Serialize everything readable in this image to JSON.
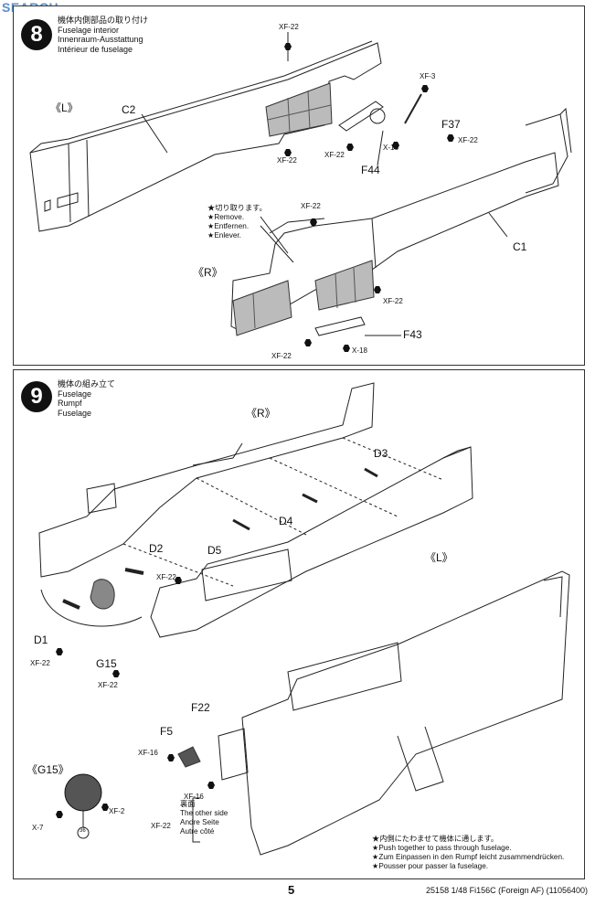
{
  "watermark": "SEARCH",
  "step8": {
    "number": "8",
    "heading": [
      "機体内側部品の取り付け",
      "Fuselage interior",
      "Innenraum-Ausstattung",
      "Intérieur de fuselage"
    ],
    "side_left": "《L》",
    "side_right": "《R》",
    "remove_notes": [
      "★切り取ります。",
      "★Remove.",
      "★Entfernen.",
      "★Enlever."
    ],
    "parts": {
      "c2": "C2",
      "c1": "C1",
      "f37": "F37",
      "f44": "F44",
      "f43": "F43"
    },
    "paints": {
      "xf22": "XF-22",
      "xf3": "XF-3",
      "x18": "X-18"
    }
  },
  "step9": {
    "number": "9",
    "heading": [
      "機体の組み立て",
      "Fuselage",
      "Rumpf",
      "Fuselage"
    ],
    "side_right": "《R》",
    "side_left": "《L》",
    "inset": "《G15》",
    "parts": {
      "d1": "D1",
      "d2": "D2",
      "d3": "D3",
      "d4": "D4",
      "d5": "D5",
      "g15": "G15",
      "f22": "F22",
      "f5": "F5"
    },
    "paints": {
      "xf22": "XF-22",
      "xf16": "XF-16",
      "xf2": "XF-2",
      "x7": "X-7"
    },
    "decal": "36",
    "other_side": [
      "裏面",
      "The other side",
      "Andre Seite",
      "Autre côté"
    ],
    "push_notes": [
      "★内側にたわませて機体に通します。",
      "★Push together to pass through fuselage.",
      "★Zum Einpassen in den Rumpf leicht zusammendrücken.",
      "★Pousser pour passer la fuselage."
    ]
  },
  "footer": {
    "page": "5",
    "code": "25158  1/48 Fi156C (Foreign AF) (11056400)"
  }
}
